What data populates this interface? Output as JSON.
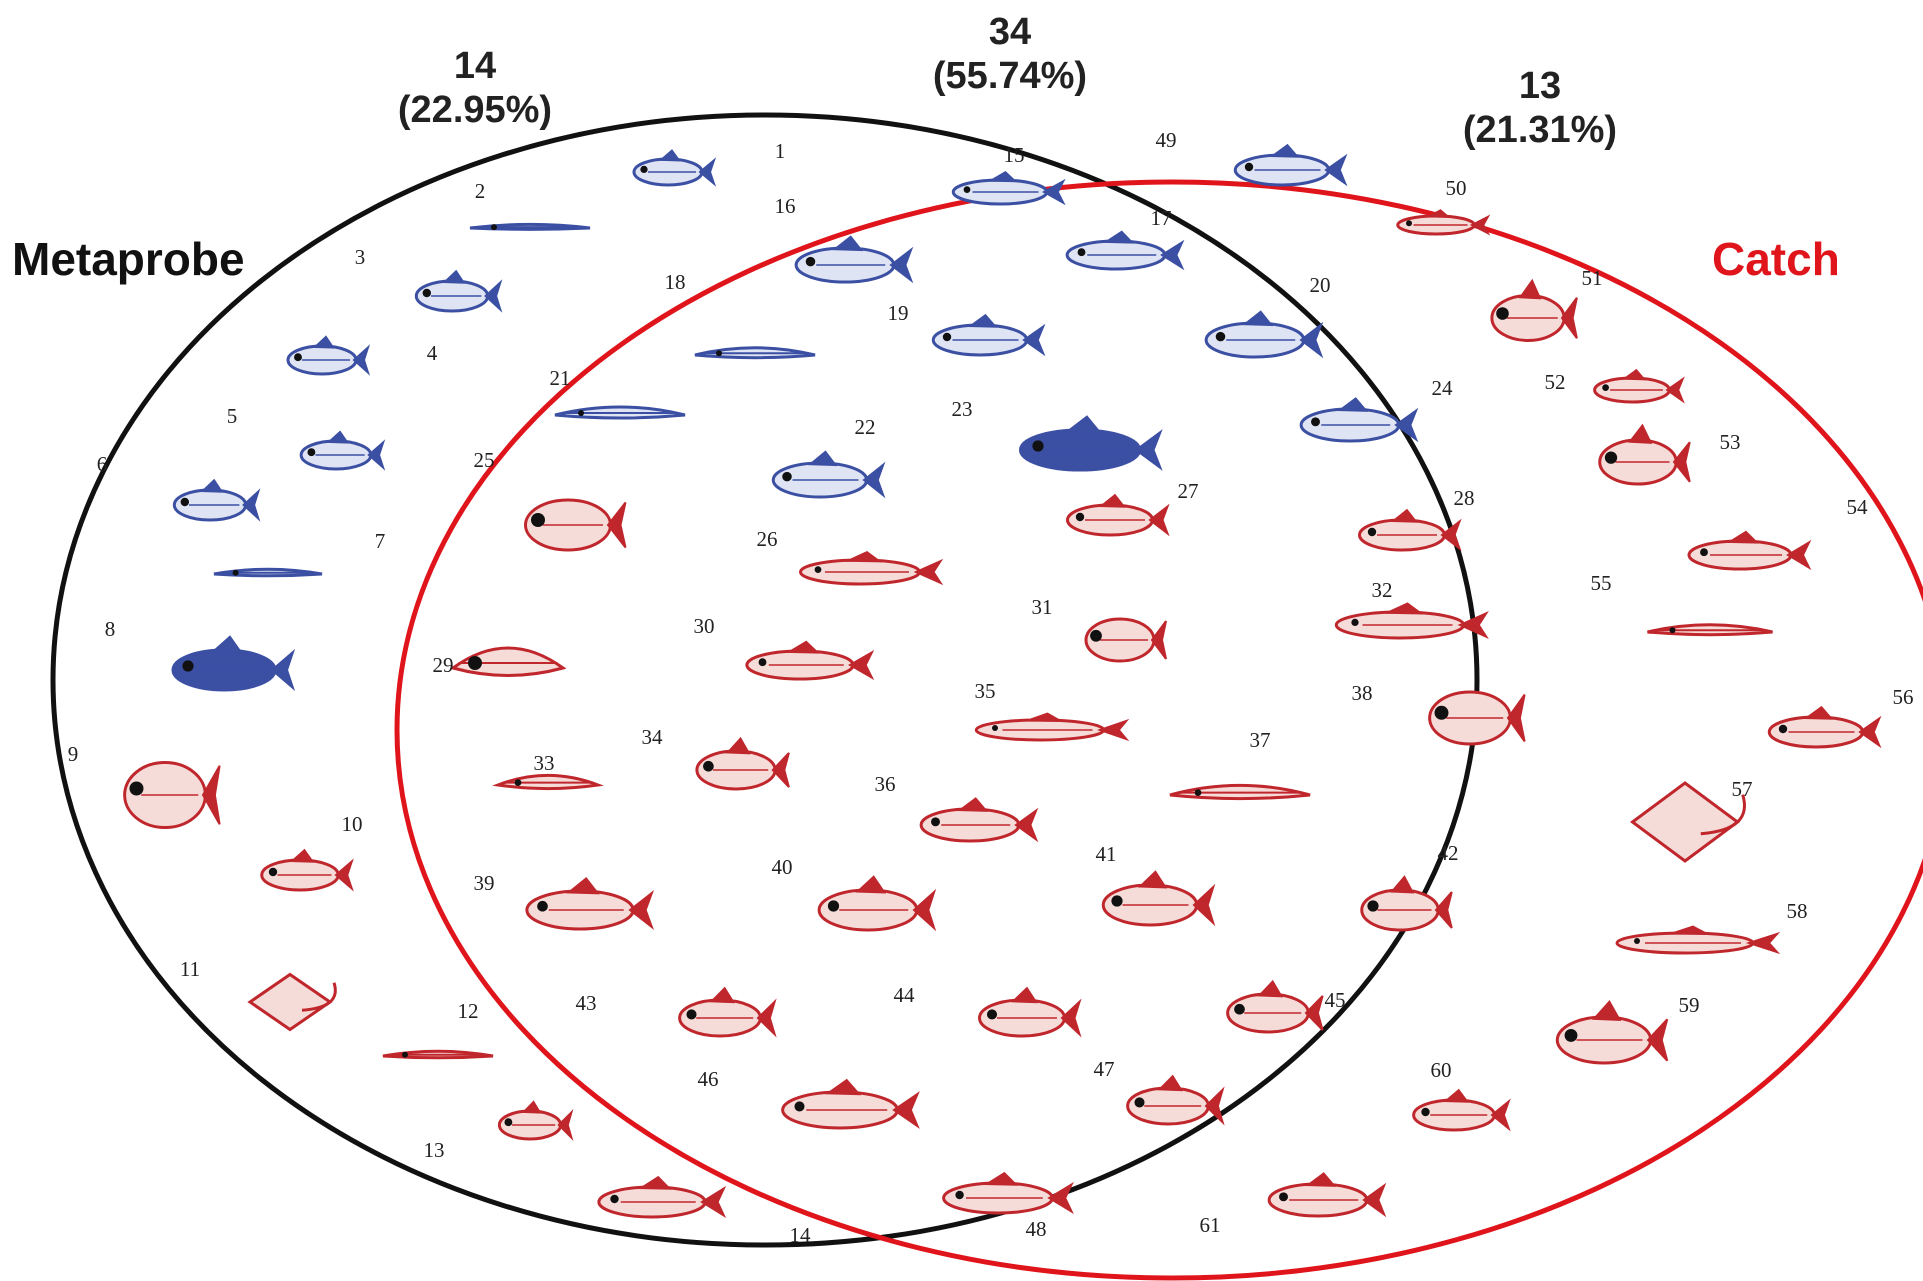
{
  "sets": {
    "left": {
      "label": "Metaprobe",
      "color": "#111111"
    },
    "right": {
      "label": "Catch",
      "color": "#e0141b"
    }
  },
  "regions": {
    "left_only": {
      "count": "14",
      "percent": "(22.95%)"
    },
    "both": {
      "count": "34",
      "percent": "(55.74%)"
    },
    "right_only": {
      "count": "13",
      "percent": "(21.31%)"
    }
  },
  "palette": {
    "blue": "#3b4fa3",
    "red": "#c0272d"
  },
  "fish": [
    {
      "num": "1",
      "color": "blue"
    },
    {
      "num": "2",
      "color": "blue"
    },
    {
      "num": "3",
      "color": "blue"
    },
    {
      "num": "4",
      "color": "blue"
    },
    {
      "num": "5",
      "color": "blue"
    },
    {
      "num": "6",
      "color": "blue"
    },
    {
      "num": "7",
      "color": "blue"
    },
    {
      "num": "8",
      "color": "blue"
    },
    {
      "num": "9",
      "color": "red"
    },
    {
      "num": "10",
      "color": "red"
    },
    {
      "num": "11",
      "color": "red"
    },
    {
      "num": "12",
      "color": "red"
    },
    {
      "num": "13",
      "color": "red"
    },
    {
      "num": "14",
      "color": "red"
    },
    {
      "num": "15",
      "color": "blue"
    },
    {
      "num": "16",
      "color": "blue"
    },
    {
      "num": "17",
      "color": "blue"
    },
    {
      "num": "18",
      "color": "blue"
    },
    {
      "num": "19",
      "color": "blue"
    },
    {
      "num": "20",
      "color": "blue"
    },
    {
      "num": "21",
      "color": "blue"
    },
    {
      "num": "22",
      "color": "blue"
    },
    {
      "num": "23",
      "color": "blue"
    },
    {
      "num": "24",
      "color": "blue"
    },
    {
      "num": "25",
      "color": "red"
    },
    {
      "num": "26",
      "color": "red"
    },
    {
      "num": "27",
      "color": "red"
    },
    {
      "num": "28",
      "color": "red"
    },
    {
      "num": "29",
      "color": "red"
    },
    {
      "num": "30",
      "color": "red"
    },
    {
      "num": "31",
      "color": "red"
    },
    {
      "num": "32",
      "color": "red"
    },
    {
      "num": "33",
      "color": "red"
    },
    {
      "num": "34",
      "color": "red"
    },
    {
      "num": "35",
      "color": "red"
    },
    {
      "num": "36",
      "color": "red"
    },
    {
      "num": "37",
      "color": "red"
    },
    {
      "num": "38",
      "color": "red"
    },
    {
      "num": "39",
      "color": "red"
    },
    {
      "num": "40",
      "color": "red"
    },
    {
      "num": "41",
      "color": "red"
    },
    {
      "num": "42",
      "color": "red"
    },
    {
      "num": "43",
      "color": "red"
    },
    {
      "num": "44",
      "color": "red"
    },
    {
      "num": "45",
      "color": "red"
    },
    {
      "num": "46",
      "color": "red"
    },
    {
      "num": "47",
      "color": "red"
    },
    {
      "num": "48",
      "color": "red"
    },
    {
      "num": "49",
      "color": "blue"
    },
    {
      "num": "50",
      "color": "red"
    },
    {
      "num": "51",
      "color": "red"
    },
    {
      "num": "52",
      "color": "red"
    },
    {
      "num": "53",
      "color": "red"
    },
    {
      "num": "54",
      "color": "red"
    },
    {
      "num": "55",
      "color": "red"
    },
    {
      "num": "56",
      "color": "red"
    },
    {
      "num": "57",
      "color": "red"
    },
    {
      "num": "58",
      "color": "red"
    },
    {
      "num": "59",
      "color": "red"
    },
    {
      "num": "60",
      "color": "red"
    },
    {
      "num": "61",
      "color": "red"
    }
  ]
}
